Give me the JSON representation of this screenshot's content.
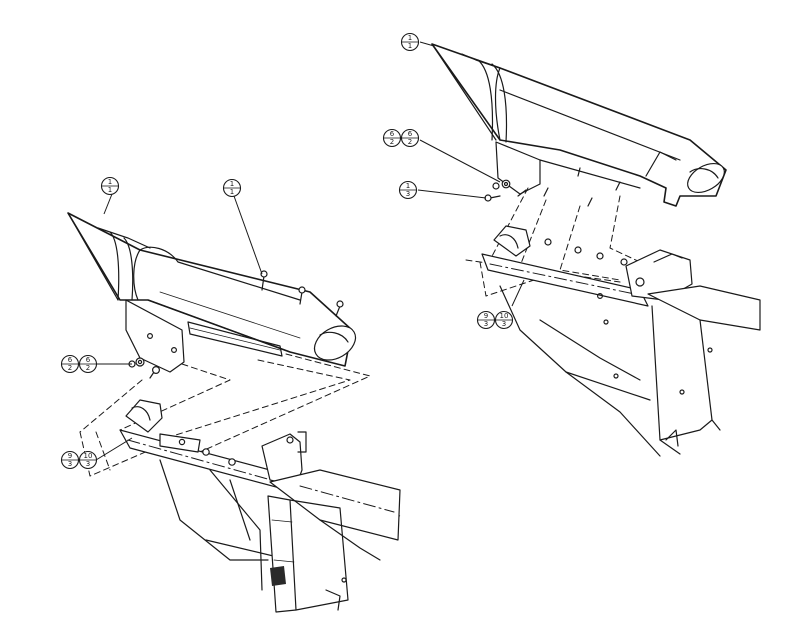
{
  "callouts": {
    "left_1": {
      "top": "1",
      "bottom": "1"
    },
    "left_2": {
      "top": "1",
      "bottom": "1"
    },
    "left_3a": {
      "top": "6",
      "bottom": "2"
    },
    "left_3b": {
      "top": "6",
      "bottom": "2"
    },
    "left_4a": {
      "top": "9",
      "bottom": "3"
    },
    "left_4b": {
      "top": "10",
      "bottom": "3"
    },
    "right_1": {
      "top": "1",
      "bottom": "1"
    },
    "right_2a": {
      "top": "6",
      "bottom": "2"
    },
    "right_2b": {
      "top": "6",
      "bottom": "2"
    },
    "right_3": {
      "top": "1",
      "bottom": "3"
    },
    "right_4a": {
      "top": "9",
      "bottom": "3"
    },
    "right_4b": {
      "top": "10",
      "bottom": "3"
    }
  }
}
